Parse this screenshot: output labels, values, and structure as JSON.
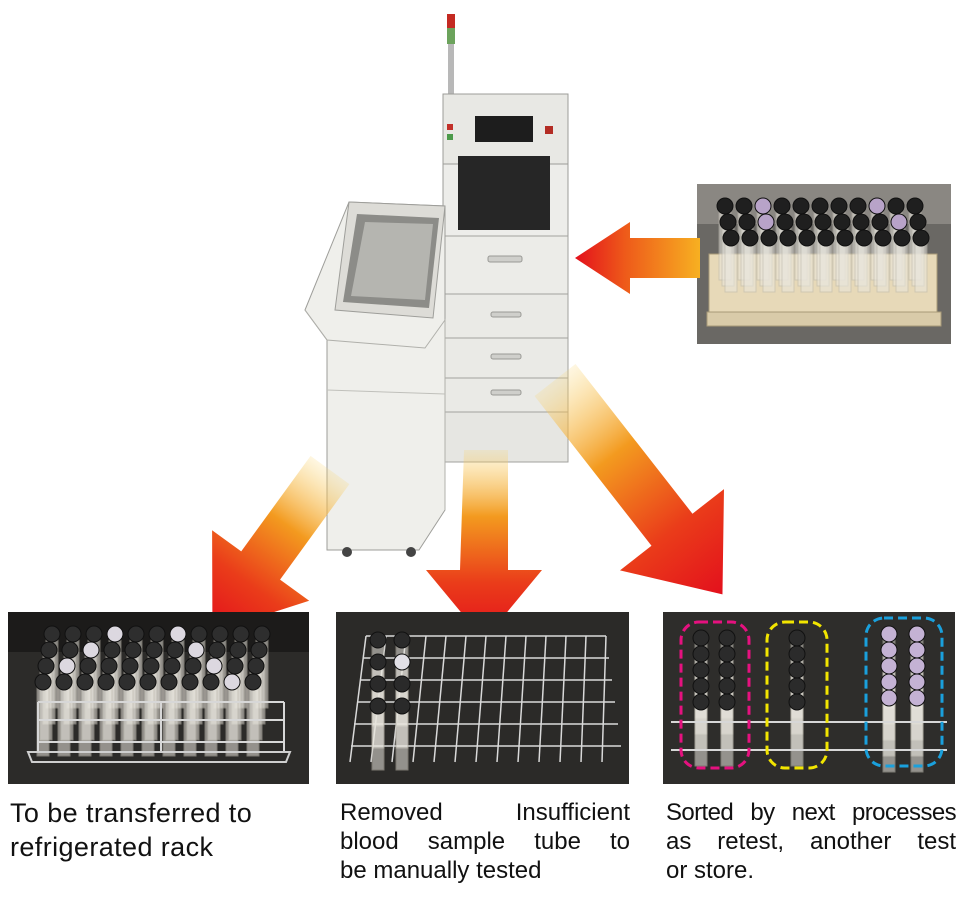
{
  "captions": {
    "refrigerated": [
      "To be transferred to",
      "refrigerated rack"
    ],
    "insufficient": [
      "Removed   Insufficient",
      "blood sample tube to",
      "be manually tested"
    ],
    "sorted": [
      "Sorted by next processes",
      "as retest, another test",
      "or store."
    ]
  },
  "colors": {
    "arrow_head": "#e3101c",
    "arrow_tail": "#f7a21f",
    "machine_body": "#eeeeea",
    "photo_bg": "#2a2a2a",
    "highlight_magenta": "#e5117f",
    "highlight_yellow": "#f2e500",
    "highlight_cyan": "#1aa0dc"
  }
}
